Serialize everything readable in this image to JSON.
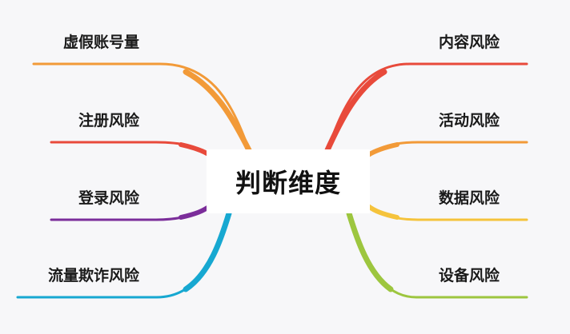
{
  "center": {
    "label": "判断维度"
  },
  "left_branches": [
    {
      "label": "虚假账号量",
      "color": "#f29a38"
    },
    {
      "label": "注册风险",
      "color": "#e84a3b"
    },
    {
      "label": "登录风险",
      "color": "#7b2d9a"
    },
    {
      "label": "流量欺诈风险",
      "color": "#17a8d1"
    }
  ],
  "right_branches": [
    {
      "label": "内容风险",
      "color": "#e84a3b"
    },
    {
      "label": "活动风险",
      "color": "#f29a38"
    },
    {
      "label": "数据风险",
      "color": "#f5c33c"
    },
    {
      "label": "设备风险",
      "color": "#9dc63f"
    }
  ]
}
